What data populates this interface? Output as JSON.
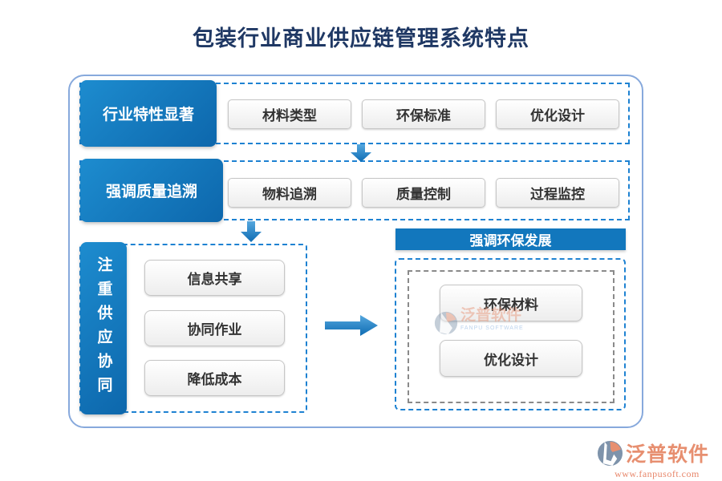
{
  "title": "包装行业商业供应链管理系统特点",
  "rows": [
    {
      "label": "行业特性显著",
      "items": [
        "材料类型",
        "环保标准",
        "优化设计"
      ]
    },
    {
      "label": "强调质量追溯",
      "items": [
        "物料追溯",
        "质量控制",
        "过程监控"
      ]
    }
  ],
  "left_section": {
    "label": "注重供应协同",
    "items": [
      "信息共享",
      "协同作业",
      "降低成本"
    ]
  },
  "right_section": {
    "header": "强调环保发展",
    "items": [
      "环保材料",
      "优化设计"
    ]
  },
  "watermark": {
    "name": "泛普软件",
    "subtitle": "FANPU SOFTWARE"
  },
  "footer": {
    "brand": "泛普软件",
    "url": "www.fanpusoft.com"
  },
  "colors": {
    "accent_blue": "#1277bd",
    "dashed_blue": "#1e82d2",
    "title_navy": "#1f3864",
    "logo_salmon": "#e78f70",
    "outer_border": "#87a9dc"
  }
}
